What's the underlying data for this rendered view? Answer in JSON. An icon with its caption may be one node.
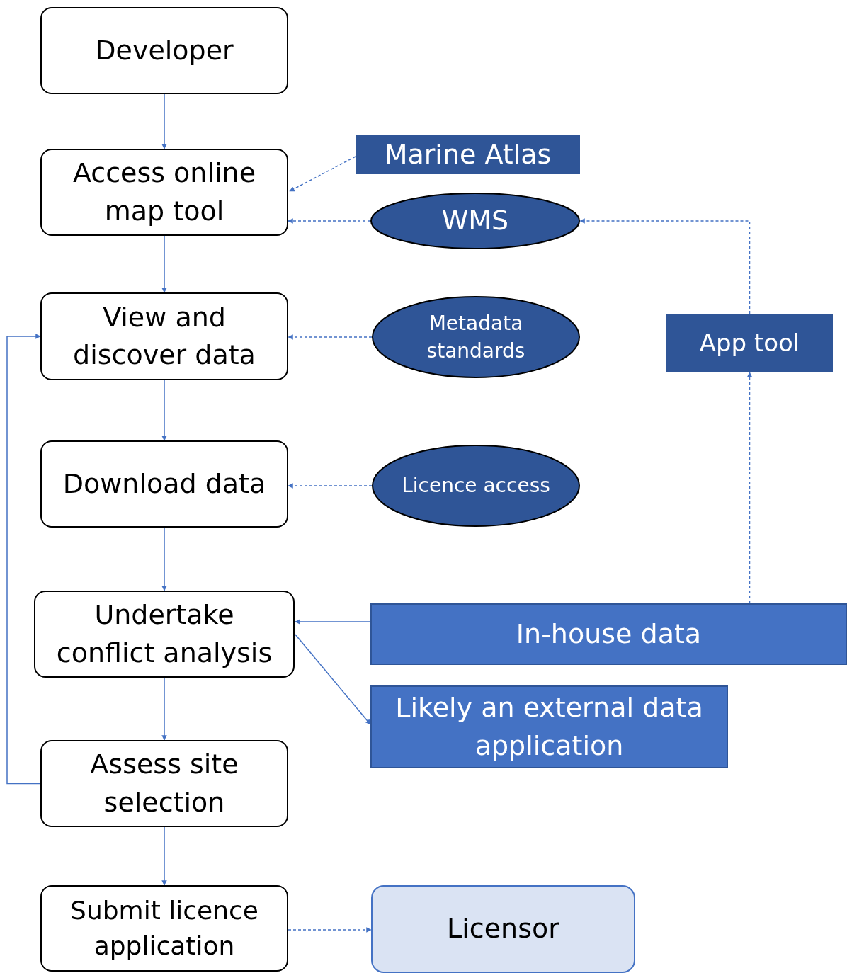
{
  "diagram": {
    "nodes": [
      {
        "text": [
          "Developer"
        ]
      },
      {
        "text": [
          "Access online map tool"
        ]
      },
      {
        "text": [
          "Marine Atlas"
        ]
      },
      {
        "text": [
          "WMS"
        ]
      },
      {
        "text": [
          "View and discover data"
        ]
      },
      {
        "text": [
          "Metadata standards"
        ]
      },
      {
        "text": [
          "App tool"
        ]
      },
      {
        "text": [
          "Download data"
        ]
      },
      {
        "text": [
          "Licence access"
        ]
      },
      {
        "text": [
          "Undertake conflict analysis"
        ]
      },
      {
        "text": [
          "In-house data"
        ]
      },
      {
        "text": [
          "Likely an external data application"
        ]
      },
      {
        "text": [
          "Assess site selection"
        ]
      },
      {
        "text": [
          "Submit licence application"
        ]
      },
      {
        "text": [
          "Licensor"
        ]
      }
    ],
    "edges": [
      {
        "from": 0,
        "to": 1,
        "arrow": "to"
      },
      {
        "from": 1,
        "to": 4,
        "arrow": "to"
      },
      {
        "from": 4,
        "to": 7,
        "arrow": "to"
      },
      {
        "from": 7,
        "to": 9,
        "arrow": "to"
      },
      {
        "from": 9,
        "to": 12,
        "arrow": "to"
      },
      {
        "from": 12,
        "to": 13,
        "arrow": "to"
      },
      {
        "from": 2,
        "to": 1,
        "arrow": "to",
        "style": "dashed"
      },
      {
        "from": 3,
        "to": 1,
        "arrow": "to",
        "style": "dashed"
      },
      {
        "from": 5,
        "to": 4,
        "arrow": "to",
        "style": "dashed"
      },
      {
        "from": 8,
        "to": 7,
        "arrow": "to",
        "style": "dashed"
      },
      {
        "from": 6,
        "to": 3,
        "arrow": "to",
        "style": "dashed"
      },
      {
        "from": 10,
        "to": 6,
        "arrow": "to",
        "style": "dashed"
      },
      {
        "from": 10,
        "to": 9,
        "arrow": "to"
      },
      {
        "from": 9,
        "to": 11,
        "arrow": "to"
      },
      {
        "from": 12,
        "to": 4,
        "arrow": "to"
      },
      {
        "from": 13,
        "to": 14,
        "arrow": "to",
        "style": "dashed"
      }
    ]
  }
}
